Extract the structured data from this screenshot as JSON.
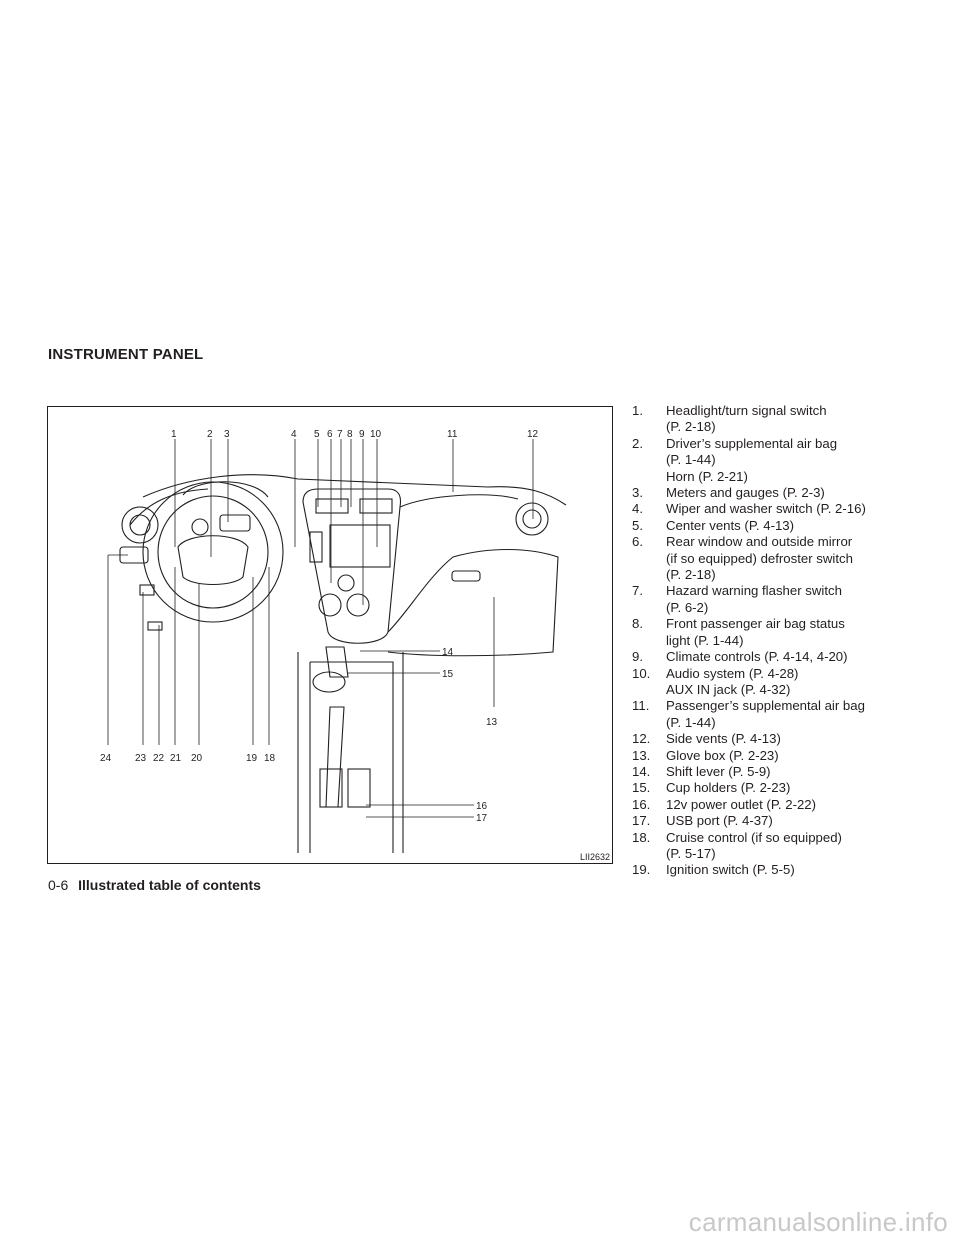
{
  "section_heading": "INSTRUMENT PANEL",
  "figure": {
    "id": "LII2632",
    "callout_numbers": [
      "1",
      "2",
      "3",
      "4",
      "5",
      "6",
      "7",
      "8",
      "9",
      "10",
      "11",
      "12",
      "13",
      "14",
      "15",
      "16",
      "17",
      "18",
      "19",
      "20",
      "21",
      "22",
      "23",
      "24"
    ]
  },
  "callouts": [
    {
      "num": "1.",
      "lines": [
        "Headlight/turn signal switch",
        "(P. 2-18)"
      ]
    },
    {
      "num": "2.",
      "lines": [
        "Driver’s supplemental air bag",
        "(P. 1-44)",
        "Horn (P. 2-21)"
      ]
    },
    {
      "num": "3.",
      "lines": [
        "Meters and gauges (P. 2-3)"
      ]
    },
    {
      "num": "4.",
      "lines": [
        "Wiper and washer switch (P. 2-16)"
      ]
    },
    {
      "num": "5.",
      "lines": [
        "Center vents (P. 4-13)"
      ]
    },
    {
      "num": "6.",
      "lines": [
        "Rear window and outside mirror",
        "(if so equipped) defroster switch",
        "(P. 2-18)"
      ]
    },
    {
      "num": "7.",
      "lines": [
        "Hazard warning flasher switch",
        "(P. 6-2)"
      ]
    },
    {
      "num": "8.",
      "lines": [
        "Front passenger air bag status",
        "light (P. 1-44)"
      ]
    },
    {
      "num": "9.",
      "lines": [
        "Climate controls (P. 4-14, 4-20)"
      ]
    },
    {
      "num": "10.",
      "lines": [
        "Audio system (P. 4-28)",
        "AUX IN jack (P. 4-32)"
      ]
    },
    {
      "num": "11.",
      "lines": [
        "Passenger’s supplemental air bag",
        "(P. 1-44)"
      ]
    },
    {
      "num": "12.",
      "lines": [
        "Side vents (P. 4-13)"
      ]
    },
    {
      "num": "13.",
      "lines": [
        "Glove box (P. 2-23)"
      ]
    },
    {
      "num": "14.",
      "lines": [
        "Shift lever (P. 5-9)"
      ]
    },
    {
      "num": "15.",
      "lines": [
        "Cup holders (P. 2-23)"
      ]
    },
    {
      "num": "16.",
      "lines": [
        "12v power outlet (P. 2-22)"
      ]
    },
    {
      "num": "17.",
      "lines": [
        "USB port (P. 4-37)"
      ]
    },
    {
      "num": "18.",
      "lines": [
        "Cruise control (if so equipped)",
        "(P. 5-17)"
      ]
    },
    {
      "num": "19.",
      "lines": [
        "Ignition switch (P. 5-5)"
      ]
    }
  ],
  "footer": {
    "page_number": "0-6",
    "title": "Illustrated table of contents"
  },
  "watermark": "carmanualsonline.info"
}
